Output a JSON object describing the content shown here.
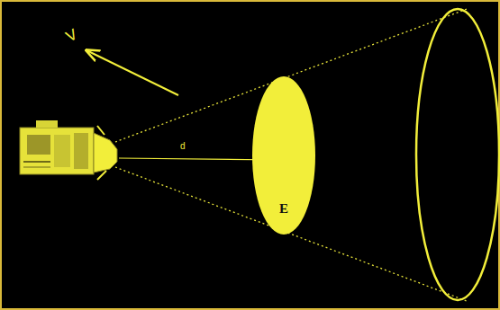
{
  "diagram": {
    "nodes": [
      {
        "text": [
          "E"
        ]
      }
    ],
    "labels": [
      "V",
      "d"
    ]
  }
}
